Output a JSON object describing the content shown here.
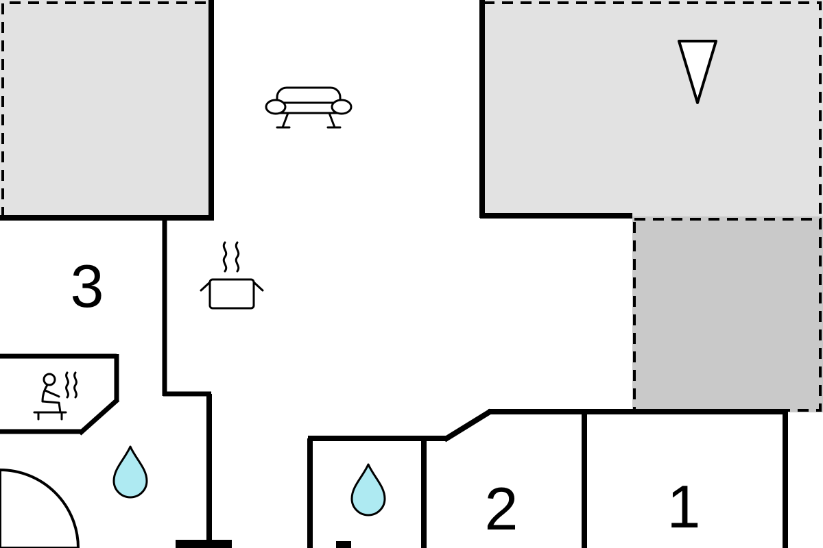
{
  "colors": {
    "background": "#ffffff",
    "wall": "#000000",
    "terrace_light": "#e2e2e2",
    "terrace_dark": "#c9c9c9",
    "water_drop": "#aeeaf2"
  },
  "rooms": {
    "room_1": {
      "label": "1"
    },
    "room_2": {
      "label": "2"
    },
    "room_3": {
      "label": "3"
    }
  },
  "icons": {
    "sofa": "sofa-icon",
    "north_arrow": "north-arrow-icon",
    "cooking_pot": "cooking-pot-icon",
    "sauna": "sauna-icon",
    "water_drop_1": "water-drop-icon",
    "water_drop_2": "water-drop-icon",
    "shower": "shower-quarter-circle-icon"
  }
}
